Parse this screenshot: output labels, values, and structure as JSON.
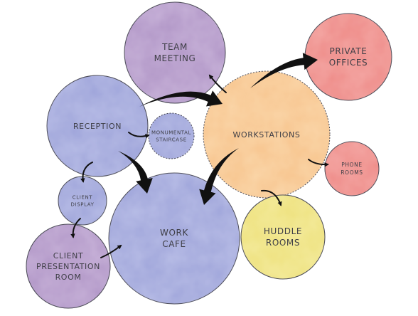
{
  "diagram": {
    "colors": {
      "purple": "#c7b1d8",
      "blue": "#b8bde6",
      "orange": "#fad6a9",
      "pink": "#f4a7a4",
      "yellow": "#f4eb9c",
      "arrow": "#111111"
    },
    "nodes": [
      {
        "id": "team_meeting",
        "lines": [
          "TEAM",
          "MEETING"
        ],
        "color": "purple"
      },
      {
        "id": "private_offices",
        "lines": [
          "PRIVATE",
          "OFFICES"
        ],
        "color": "pink"
      },
      {
        "id": "reception",
        "lines": [
          "RECEPTION"
        ],
        "color": "blue"
      },
      {
        "id": "monumental_staircase",
        "lines": [
          "MONUMENTAL",
          "STAIRCASE"
        ],
        "color": "blue"
      },
      {
        "id": "workstations",
        "lines": [
          "WORKSTATIONS"
        ],
        "color": "orange"
      },
      {
        "id": "phone_rooms",
        "lines": [
          "PHONE",
          "ROOMS"
        ],
        "color": "pink"
      },
      {
        "id": "client_display",
        "lines": [
          "CLIENT",
          "DISPLAY"
        ],
        "color": "blue"
      },
      {
        "id": "work_cafe",
        "lines": [
          "WORK",
          "CAFE"
        ],
        "color": "blue"
      },
      {
        "id": "huddle_rooms",
        "lines": [
          "HUDDLE",
          "ROOMS"
        ],
        "color": "yellow"
      },
      {
        "id": "client_presentation_room",
        "lines": [
          "CLIENT",
          "PRESENTATION",
          "ROOM"
        ],
        "color": "purple"
      }
    ],
    "edges": [
      {
        "from": "reception",
        "to": "workstations",
        "weight": "strong"
      },
      {
        "from": "workstations",
        "to": "private_offices",
        "weight": "strong"
      },
      {
        "from": "workstations",
        "to": "team_meeting",
        "weight": "light"
      },
      {
        "from": "workstations",
        "to": "work_cafe",
        "weight": "strong"
      },
      {
        "from": "workstations",
        "to": "phone_rooms",
        "weight": "light"
      },
      {
        "from": "workstations",
        "to": "huddle_rooms",
        "weight": "light"
      },
      {
        "from": "reception",
        "to": "monumental_staircase",
        "weight": "light"
      },
      {
        "from": "reception",
        "to": "work_cafe",
        "weight": "strong"
      },
      {
        "from": "reception",
        "to": "client_display",
        "weight": "light"
      },
      {
        "from": "client_display",
        "to": "client_presentation_room",
        "weight": "light"
      },
      {
        "from": "client_presentation_room",
        "to": "work_cafe",
        "weight": "light"
      }
    ]
  }
}
